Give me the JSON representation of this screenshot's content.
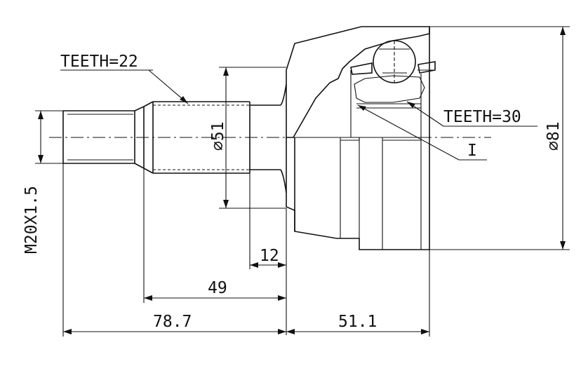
{
  "labels": {
    "teeth_shaft": "TEETH=22",
    "teeth_housing": "TEETH=30",
    "detail_marker": "I",
    "thread": "M20X1.5",
    "dia_51": "⌀51",
    "dia_81": "⌀81",
    "len_12": "12",
    "len_49": "49",
    "len_78_7": "78.7",
    "len_51_1": "51.1"
  },
  "colors": {
    "ink": "#111111",
    "background": "#ffffff"
  }
}
